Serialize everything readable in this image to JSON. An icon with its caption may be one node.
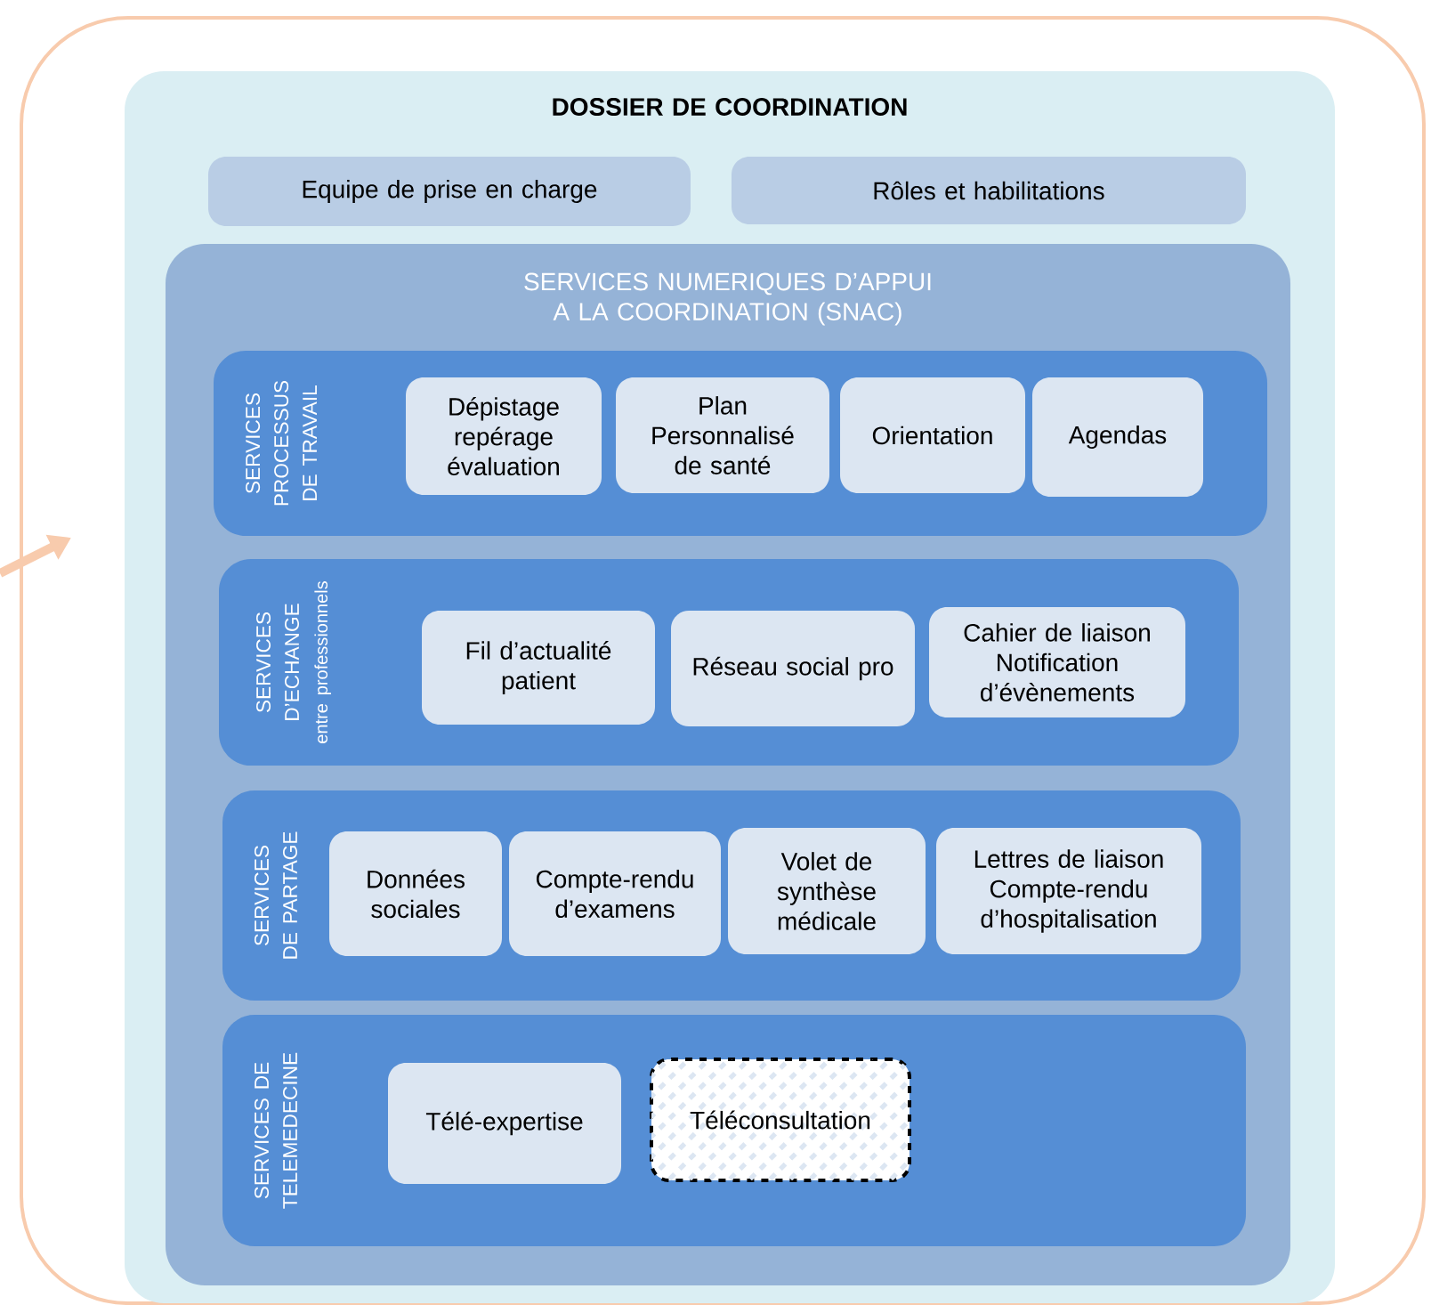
{
  "diagram": {
    "nodes": [
      {
        "text": [],
        "shape": "box"
      },
      {
        "text": [
          "DOSSIER DE COORDINATION"
        ],
        "in": 0
      },
      {
        "text": [
          "Equipe de prise en charge"
        ],
        "in": 1
      },
      {
        "text": [
          "Rôles et habilitations"
        ],
        "in": 1
      },
      {
        "text": [
          "SERVICES NUMERIQUES D’APPUI A LA COORDINATION (SNAC)"
        ],
        "in": 1
      },
      {
        "text": [
          "SERVICES PROCESSUS DE TRAVAIL"
        ],
        "in": 4
      },
      {
        "text": [
          "Dépistage repérage évaluation"
        ],
        "in": 5
      },
      {
        "text": [
          "Plan Personnalisé de santé"
        ],
        "in": 5
      },
      {
        "text": [
          "Orientation"
        ],
        "in": 5
      },
      {
        "text": [
          "Agendas"
        ],
        "in": 5
      },
      {
        "text": [
          "SERVICES D’ECHANGE",
          "entre professionnels"
        ],
        "in": 4
      },
      {
        "text": [
          "Fil d’actualité patient"
        ],
        "in": 10
      },
      {
        "text": [
          "Réseau social pro"
        ],
        "in": 10
      },
      {
        "text": [
          "Cahier de liaison Notification d’évènements"
        ],
        "in": 10
      },
      {
        "text": [
          "SERVICES DE PARTAGE"
        ],
        "in": 4
      },
      {
        "text": [
          "Données sociales"
        ],
        "in": 14
      },
      {
        "text": [
          "Compte-rendu d’examens"
        ],
        "in": 14
      },
      {
        "text": [
          "Volet de synthèse médicale"
        ],
        "in": 14
      },
      {
        "text": [
          "Lettres de liaison Compte-rendu d’hospitalisation"
        ],
        "in": 14
      },
      {
        "text": [
          "SERVICES DE TELEMEDECINE"
        ],
        "in": 4
      },
      {
        "text": [
          "Télé-expertise"
        ],
        "in": 19
      },
      {
        "text": [
          "Téléconsultation"
        ],
        "in": 19
      }
    ]
  }
}
